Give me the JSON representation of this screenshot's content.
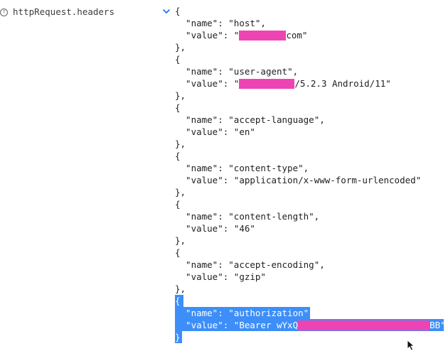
{
  "field": {
    "help_glyph": "?",
    "name": "httpRequest.headers"
  },
  "icons": {
    "help": "question-circle-icon",
    "chevron": "chevron-down-icon",
    "cursor": "mouse-pointer-icon"
  },
  "colors": {
    "selection": "#3d8ef8",
    "redaction": "#ee44b3",
    "chevron": "#1a73e8"
  },
  "headers": [
    {
      "name": "host",
      "value_prefix": "",
      "value_suffix": "com",
      "redacted": true
    },
    {
      "name": "user-agent",
      "value_prefix": "",
      "value_suffix": "/5.2.3 Android/11",
      "redacted": true
    },
    {
      "name": "accept-language",
      "value_prefix": "en",
      "value_suffix": "",
      "redacted": false
    },
    {
      "name": "content-type",
      "value_prefix": "application/x-www-form-urlencoded",
      "value_suffix": "",
      "redacted": false
    },
    {
      "name": "content-length",
      "value_prefix": "46",
      "value_suffix": "",
      "redacted": false
    },
    {
      "name": "accept-encoding",
      "value_prefix": "gzip",
      "value_suffix": "",
      "redacted": false
    },
    {
      "name": "authorization",
      "value_prefix": "Bearer wYxQ",
      "value_suffix": "BB",
      "redacted": true
    }
  ]
}
